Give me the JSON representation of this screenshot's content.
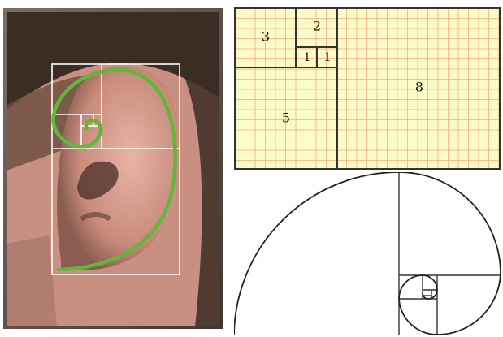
{
  "colors": {
    "background": "#ffffff",
    "photo_frame": "#5a5148",
    "skin": "#d79c8f",
    "hair": "#3b2d24",
    "spiral_overlay": "#5fb83a",
    "grid_paper": "#fbfbc8",
    "grid_lines": "#f2a77a",
    "ink": "#111111"
  },
  "labels": {
    "square_3": "3",
    "square_2": "2",
    "square_1a": "1",
    "square_1b": "1",
    "square_5": "5",
    "square_8": "8"
  }
}
